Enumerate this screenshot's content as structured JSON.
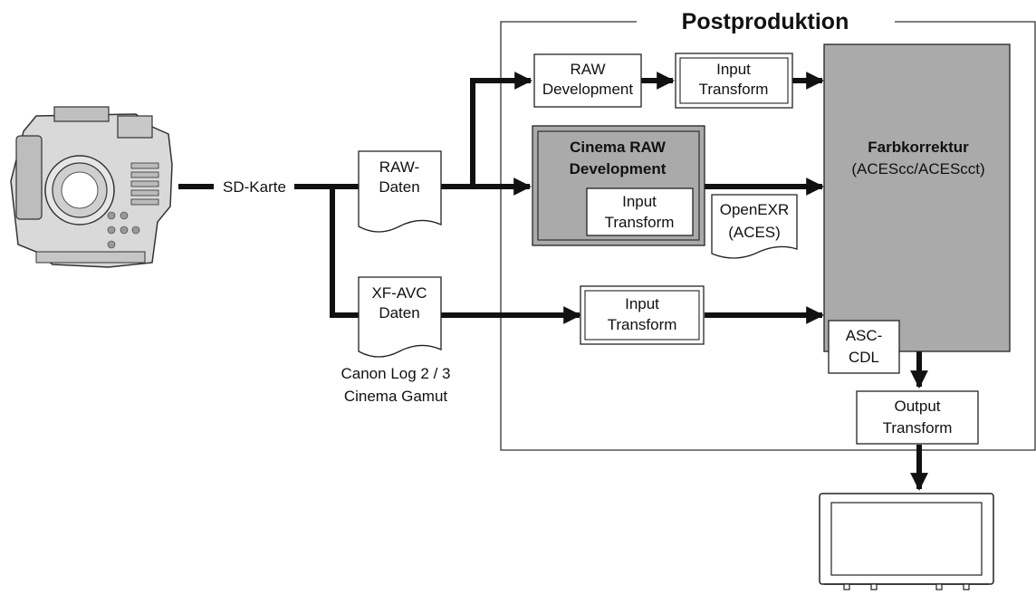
{
  "section": {
    "title": "Postproduktion"
  },
  "storage": {
    "label": "SD-Karte"
  },
  "files": {
    "raw": {
      "line1": "RAW-",
      "line2": "Daten"
    },
    "xfavc": {
      "line1": "XF-AVC",
      "line2": "Daten"
    },
    "log_note": {
      "line1": "Canon Log 2 / 3",
      "line2": "Cinema Gamut"
    },
    "openexr": {
      "line1": "OpenEXR",
      "line2": "(ACES)"
    }
  },
  "nodes": {
    "raw_development": {
      "line1": "RAW",
      "line2": "Development"
    },
    "input_transform_top": {
      "line1": "Input",
      "line2": "Transform"
    },
    "cinema_raw": {
      "line1": "Cinema RAW",
      "line2": "Development"
    },
    "cinema_input_transform": {
      "line1": "Input",
      "line2": "Transform"
    },
    "input_transform_bottom": {
      "line1": "Input",
      "line2": "Transform"
    },
    "color_correction": {
      "line1": "Farbkorrektur",
      "line2": "(ACEScc/ACEScct)"
    },
    "asc_cdl": {
      "line1": "ASC-",
      "line2": "CDL"
    },
    "output_transform": {
      "line1": "Output",
      "line2": "Transform"
    }
  },
  "icons": {
    "camera": "video-camera-icon",
    "monitor": "monitor-icon"
  },
  "colors": {
    "highlight_fill": "#aaaaaa",
    "line": "#111111",
    "frame": "#333333"
  }
}
